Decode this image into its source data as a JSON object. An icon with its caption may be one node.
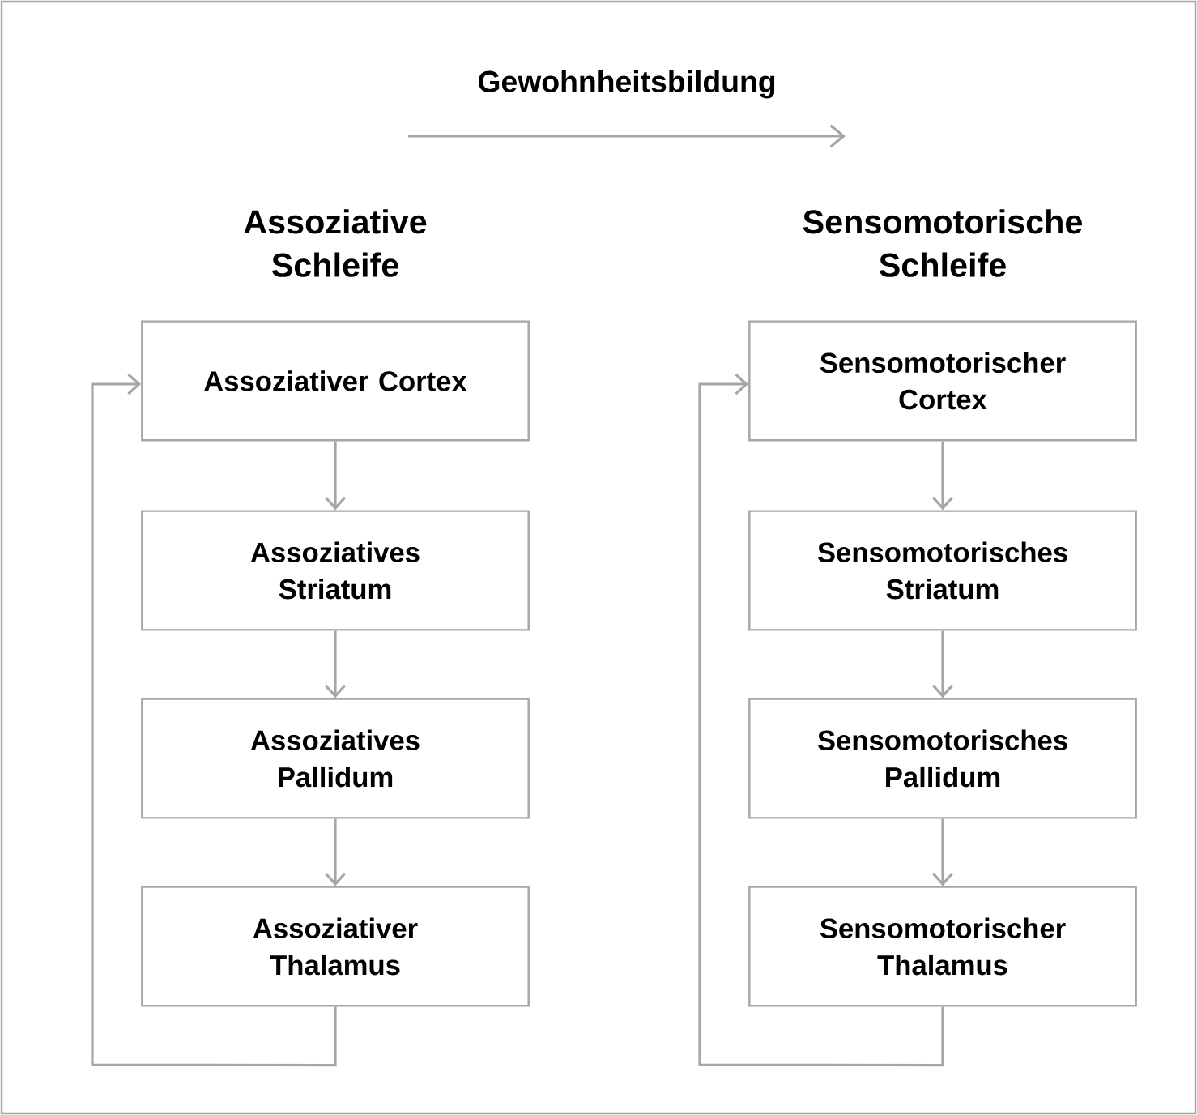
{
  "diagram": {
    "title": "Gewohnheitsbildung",
    "nodes": [
      {
        "text": [
          "Assoziativer Cortex"
        ]
      },
      {
        "text": [
          "Assoziatives Striatum"
        ]
      },
      {
        "text": [
          "Assoziatives Pallidum"
        ]
      },
      {
        "text": [
          "Assoziativer Thalamus"
        ]
      },
      {
        "text": [
          "Sensomotorischer Cortex"
        ]
      },
      {
        "text": [
          "Sensomotorisches Striatum"
        ]
      },
      {
        "text": [
          "Sensomotorisches Pallidum"
        ]
      },
      {
        "text": [
          "Sensomotorischer Thalamus"
        ]
      }
    ],
    "edges": [
      {
        "from": 0,
        "to": 1,
        "arrow": "to"
      },
      {
        "from": 1,
        "to": 2,
        "arrow": "to"
      },
      {
        "from": 2,
        "to": 3,
        "arrow": "to"
      },
      {
        "from": 3,
        "to": 0,
        "arrow": "to"
      },
      {
        "from": 4,
        "to": 5,
        "arrow": "to"
      },
      {
        "from": 5,
        "to": 6,
        "arrow": "to"
      },
      {
        "from": 6,
        "to": 7,
        "arrow": "to"
      },
      {
        "from": 7,
        "to": 4,
        "arrow": "to"
      }
    ],
    "labels": [
      "Assoziative Schleife",
      "Sensomotorische Schleife"
    ]
  }
}
